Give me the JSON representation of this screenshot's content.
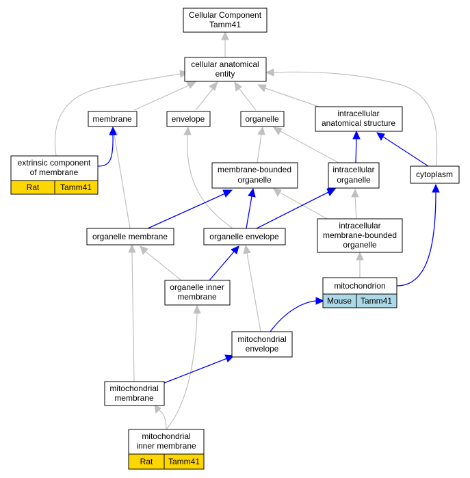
{
  "nodes": {
    "cc_tamm41": {
      "lines": [
        "Cellular Component",
        "Tamm41"
      ]
    },
    "cae": {
      "lines": [
        "cellular anatomical",
        "entity"
      ]
    },
    "membrane": {
      "lines": [
        "membrane"
      ]
    },
    "envelope": {
      "lines": [
        "envelope"
      ]
    },
    "organelle": {
      "lines": [
        "organelle"
      ]
    },
    "ias": {
      "lines": [
        "intracellular",
        "anatomical structure"
      ]
    },
    "ecm": {
      "lines": [
        "extrinsic component",
        "of membrane"
      ],
      "annotations": [
        "Rat",
        "Tamm41"
      ]
    },
    "mbo": {
      "lines": [
        "membrane-bounded",
        "organelle"
      ]
    },
    "io": {
      "lines": [
        "intracellular",
        "organelle"
      ]
    },
    "cytoplasm": {
      "lines": [
        "cytoplasm"
      ]
    },
    "om": {
      "lines": [
        "organelle membrane"
      ]
    },
    "oe": {
      "lines": [
        "organelle envelope"
      ]
    },
    "imbo": {
      "lines": [
        "intracellular",
        "membrane-bounded",
        "organelle"
      ]
    },
    "mito": {
      "lines": [
        "mitochondrion"
      ],
      "annotations": [
        "Mouse",
        "Tamm41"
      ]
    },
    "oim": {
      "lines": [
        "organelle inner",
        "membrane"
      ]
    },
    "me": {
      "lines": [
        "mitochondrial",
        "envelope"
      ]
    },
    "mm": {
      "lines": [
        "mitochondrial",
        "membrane"
      ]
    },
    "mim": {
      "lines": [
        "mitochondrial",
        "inner membrane"
      ],
      "annotations": [
        "Rat",
        "Tamm41"
      ]
    }
  },
  "colors": {
    "is_a_edge": "#c0c0c0",
    "part_of_edge": "#0000ff",
    "rat_annotation": "#ffd700",
    "mouse_annotation": "#add8e6"
  }
}
